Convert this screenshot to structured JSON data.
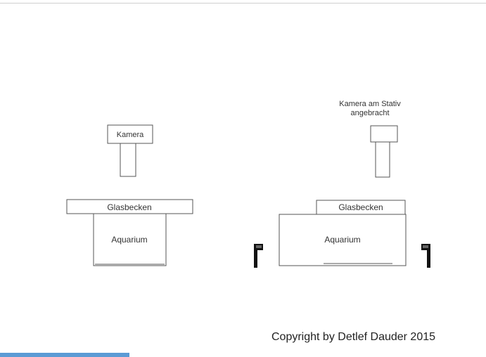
{
  "diagram": {
    "left": {
      "camera_label": "Kamera",
      "glass_label": "Glasbecken",
      "aquarium_label": "Aquarium"
    },
    "right": {
      "camera_label_line1": "Kamera am Stativ",
      "camera_label_line2": "angebracht",
      "glass_label": "Glasbecken",
      "aquarium_label": "Aquarium"
    },
    "copyright": "Copyright by Detlef Dauder 2015"
  },
  "colors": {
    "stroke": "#555555",
    "text": "#333333",
    "accent_bar": "#5b9bd5"
  }
}
